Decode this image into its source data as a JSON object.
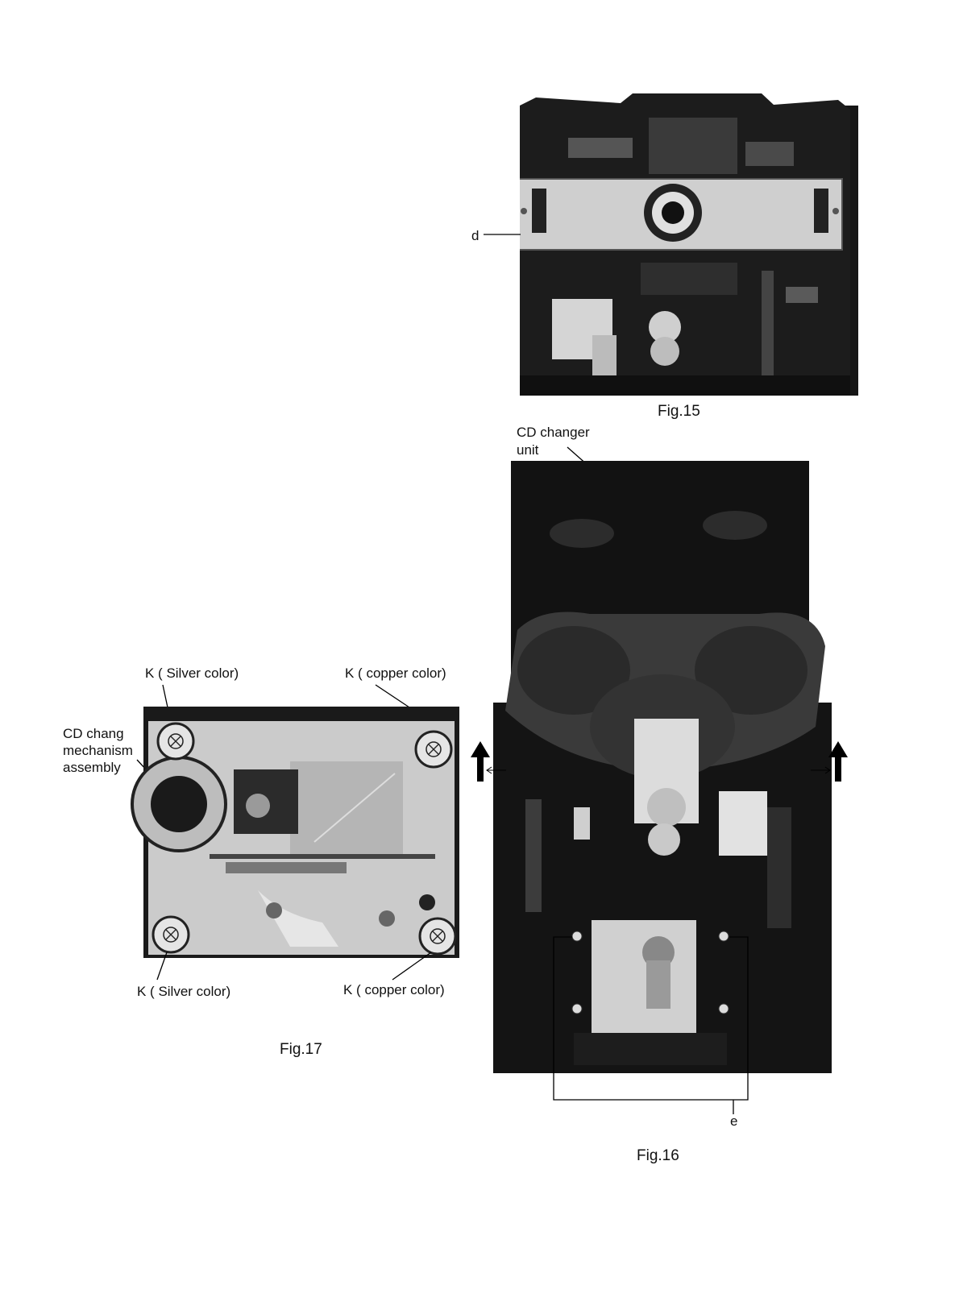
{
  "fig15": {
    "caption": "Fig.15",
    "callout_d": "d"
  },
  "fig16": {
    "caption": "Fig.16",
    "label_unit_line1": "CD changer",
    "label_unit_line2": "unit",
    "callout_e": "e"
  },
  "fig17": {
    "caption": "Fig.17",
    "label_top_left": "K  ( Silver color)",
    "label_top_right": "K  ( copper color)",
    "label_bottom_left": "K  ( Silver color)",
    "label_bottom_right": "K  ( copper color)",
    "label_mech_line1": "CD chang",
    "label_mech_line2": "mechanism",
    "label_mech_line3": "assembly"
  }
}
